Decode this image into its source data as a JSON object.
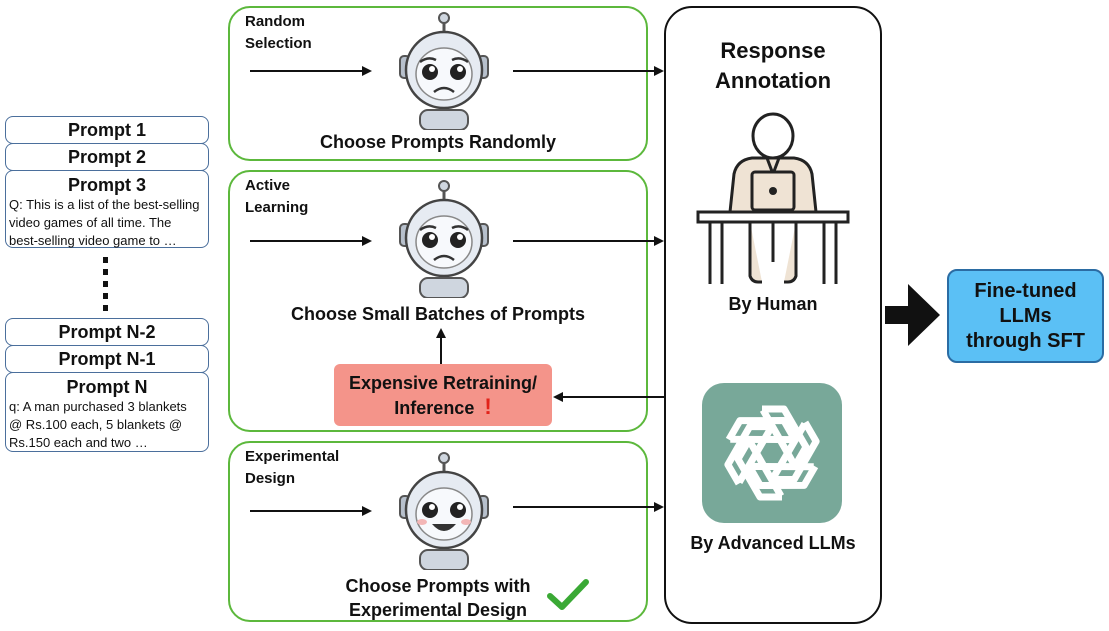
{
  "prompts_top": [
    {
      "title": "Prompt 1"
    },
    {
      "title": "Prompt 2"
    },
    {
      "title": "Prompt 3",
      "text": "Q: This is a list of the best-selling\nvideo games of all time. The\n best-selling video game to …"
    }
  ],
  "prompts_bottom": [
    {
      "title": "Prompt N-2"
    },
    {
      "title": "Prompt N-1"
    },
    {
      "title": "Prompt N",
      "text": "q: A man purchased 3 blankets\n@ Rs.100 each, 5 blankets @\n Rs.150 each and two …"
    }
  ],
  "panels": {
    "random": {
      "label": "Random\nSelection",
      "caption": "Choose Prompts Randomly"
    },
    "active": {
      "label": "Active\nLearning",
      "caption": "Choose Small Batches of Prompts"
    },
    "experimental": {
      "label": "Experimental\nDesign",
      "caption_line1": "Choose Prompts with",
      "caption_line2": "Experimental Design"
    }
  },
  "retraining": {
    "line1": "Expensive Retraining/",
    "line2": "Inference",
    "mark": "!"
  },
  "annotation": {
    "title_line1": "Response",
    "title_line2": "Annotation",
    "human_caption": "By Human",
    "llm_caption": "By Advanced LLMs"
  },
  "final": {
    "line1": "Fine-tuned",
    "line2": "LLMs",
    "line3": "through SFT"
  },
  "colors": {
    "panel_border": "#5cb83c",
    "check": "#3aa935",
    "retrain_bg": "#f4948a",
    "final_bg": "#5bc0f5",
    "gpt_bg": "#78a899",
    "card_border": "#4b6f9c"
  },
  "icons": [
    "sad-robot-icon",
    "happy-robot-icon",
    "person-at-laptop-icon",
    "openai-logo-icon",
    "checkmark-icon"
  ]
}
